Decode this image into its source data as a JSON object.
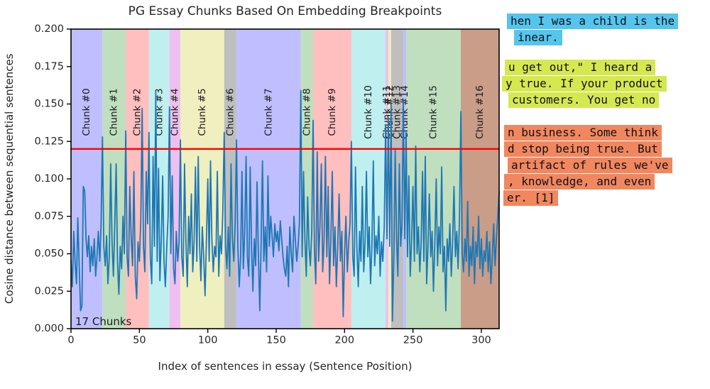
{
  "chart_data": {
    "type": "line",
    "title": "PG Essay Chunks Based On Embedding Breakpoints",
    "xlabel": "Index of sentences in essay (Sentence Position)",
    "ylabel": "Cosine distance between sequential sentences",
    "corner_annotation": "17 Chunks",
    "num_chunks": 17,
    "xlim": [
      0,
      313
    ],
    "ylim": [
      0.0,
      0.2
    ],
    "xticks": [
      0,
      50,
      100,
      150,
      200,
      250,
      300
    ],
    "yticks": [
      0.0,
      0.025,
      0.05,
      0.075,
      0.1,
      0.125,
      0.15,
      0.175,
      0.2
    ],
    "grid": false,
    "threshold": 0.12,
    "threshold_color": "#ff0000",
    "line_color": "#1f77b4",
    "spine_color": "#000000",
    "chunks": [
      {
        "label": "Chunk #0",
        "start": 0,
        "end": 23,
        "color": "#bfbfff"
      },
      {
        "label": "Chunk #1",
        "start": 23,
        "end": 40,
        "color": "#bfdfbf"
      },
      {
        "label": "Chunk #2",
        "start": 40,
        "end": 57,
        "color": "#ffbfbf"
      },
      {
        "label": "Chunk #3",
        "start": 57,
        "end": 72,
        "color": "#bfefef"
      },
      {
        "label": "Chunk #4",
        "start": 72,
        "end": 80,
        "color": "#efbfef"
      },
      {
        "label": "Chunk #5",
        "start": 80,
        "end": 112,
        "color": "#efefbf"
      },
      {
        "label": "Chunk #6",
        "start": 112,
        "end": 121,
        "color": "#bfbfbf"
      },
      {
        "label": "Chunk #7",
        "start": 121,
        "end": 168,
        "color": "#bfbfff"
      },
      {
        "label": "Chunk #8",
        "start": 168,
        "end": 177,
        "color": "#bfdfbf"
      },
      {
        "label": "Chunk #9",
        "start": 177,
        "end": 205,
        "color": "#ffbfbf"
      },
      {
        "label": "Chunk #10",
        "start": 205,
        "end": 230,
        "color": "#bfefef"
      },
      {
        "label": "Chunk #11",
        "start": 230,
        "end": 232,
        "color": "#efbfef"
      },
      {
        "label": "Chunk #12",
        "start": 232,
        "end": 234,
        "color": "#efefbf"
      },
      {
        "label": "Chunk #13",
        "start": 234,
        "end": 243,
        "color": "#bfbfbf"
      },
      {
        "label": "Chunk #14",
        "start": 243,
        "end": 245,
        "color": "#bfbfff"
      },
      {
        "label": "Chunk #15",
        "start": 245,
        "end": 285,
        "color": "#bfdfbf"
      },
      {
        "label": "Chunk #16",
        "start": 285,
        "end": 313,
        "color": "#c99d88"
      }
    ],
    "values": [
      0.046,
      0.028,
      0.065,
      0.044,
      0.03,
      0.074,
      0.041,
      0.012,
      0.015,
      0.095,
      0.092,
      0.06,
      0.048,
      0.062,
      0.038,
      0.055,
      0.042,
      0.06,
      0.035,
      0.048,
      0.065,
      0.045,
      0.07,
      0.128,
      0.055,
      0.042,
      0.062,
      0.03,
      0.048,
      0.11,
      0.058,
      0.035,
      0.068,
      0.11,
      0.045,
      0.023,
      0.055,
      0.04,
      0.075,
      0.05,
      0.132,
      0.048,
      0.035,
      0.095,
      0.06,
      0.042,
      0.105,
      0.035,
      0.02,
      0.058,
      0.045,
      0.072,
      0.147,
      0.055,
      0.038,
      0.105,
      0.07,
      0.131,
      0.048,
      0.03,
      0.115,
      0.055,
      0.158,
      0.045,
      0.107,
      0.032,
      0.06,
      0.102,
      0.045,
      0.028,
      0.055,
      0.075,
      0.148,
      0.05,
      0.102,
      0.04,
      0.03,
      0.065,
      0.045,
      0.058,
      0.126,
      0.048,
      0.035,
      0.11,
      0.06,
      0.028,
      0.075,
      0.05,
      0.09,
      0.038,
      0.058,
      0.108,
      0.045,
      0.115,
      0.055,
      0.032,
      0.068,
      0.048,
      0.022,
      0.058,
      0.1,
      0.045,
      0.112,
      0.06,
      0.038,
      0.055,
      0.048,
      0.105,
      0.035,
      0.062,
      0.05,
      0.078,
      0.131,
      0.055,
      0.04,
      0.068,
      0.035,
      0.11,
      0.06,
      0.045,
      0.07,
      0.126,
      0.055,
      0.028,
      0.048,
      0.105,
      0.04,
      0.065,
      0.115,
      0.048,
      0.035,
      0.108,
      0.055,
      0.025,
      0.06,
      0.042,
      0.098,
      0.05,
      0.012,
      0.058,
      0.112,
      0.045,
      0.068,
      0.038,
      0.102,
      0.055,
      0.075,
      0.062,
      0.048,
      0.07,
      0.058,
      0.065,
      0.052,
      0.072,
      0.06,
      0.048,
      0.04,
      0.035,
      0.055,
      0.028,
      0.068,
      0.05,
      0.038,
      0.075,
      0.06,
      0.045,
      0.055,
      0.07,
      0.159,
      0.048,
      0.105,
      0.06,
      0.035,
      0.088,
      0.055,
      0.042,
      0.065,
      0.139,
      0.052,
      0.03,
      0.118,
      0.045,
      0.068,
      0.11,
      0.038,
      0.058,
      0.115,
      0.048,
      0.095,
      0.03,
      0.06,
      0.105,
      0.042,
      0.068,
      0.028,
      0.055,
      0.09,
      0.045,
      0.065,
      0.008,
      0.05,
      0.075,
      0.038,
      0.058,
      0.07,
      0.125,
      0.048,
      0.035,
      0.108,
      0.055,
      0.028,
      0.065,
      0.045,
      0.095,
      0.038,
      0.058,
      0.105,
      0.048,
      0.068,
      0.03,
      0.055,
      0.112,
      0.042,
      0.062,
      0.05,
      0.075,
      0.035,
      0.058,
      0.045,
      0.068,
      0.136,
      0.06,
      0.141,
      0.055,
      0.15,
      0.005,
      0.048,
      0.12,
      0.06,
      0.035,
      0.11,
      0.055,
      0.07,
      0.152,
      0.06,
      0.131,
      0.048,
      0.102,
      0.035,
      0.058,
      0.095,
      0.045,
      0.122,
      0.05,
      0.068,
      0.038,
      0.058,
      0.105,
      0.045,
      0.115,
      0.03,
      0.055,
      0.09,
      0.048,
      0.065,
      0.025,
      0.058,
      0.1,
      0.042,
      0.068,
      0.05,
      0.108,
      0.038,
      0.055,
      0.012,
      0.06,
      0.045,
      0.07,
      0.035,
      0.058,
      0.095,
      0.048,
      0.065,
      0.04,
      0.072,
      0.145,
      0.05,
      0.038,
      0.06,
      0.045,
      0.085,
      0.035,
      0.055,
      0.042,
      0.068,
      0.03,
      0.058,
      0.048,
      0.075,
      0.04,
      0.06,
      0.035,
      0.052,
      0.045,
      0.065,
      0.038,
      0.058,
      0.03,
      0.048,
      0.07,
      0.042,
      0.06,
      0.075,
      0.092
    ]
  },
  "annotations": [
    {
      "id": "chunk-text-blue",
      "highlight": "#55c5ec",
      "lines": [
        "hen I was a child is the",
        "inear."
      ]
    },
    {
      "id": "chunk-text-greenyellow",
      "highlight": "#d6e850",
      "lines": [
        "u get out,\" I heard a",
        "y true. If your product",
        "customers. You get no"
      ]
    },
    {
      "id": "chunk-text-salmon",
      "highlight": "#f1875f",
      "lines": [
        "n business. Some think",
        "d stop being true. But",
        "artifact of rules we've",
        ", knowledge, and even",
        "er. [1]"
      ]
    }
  ]
}
